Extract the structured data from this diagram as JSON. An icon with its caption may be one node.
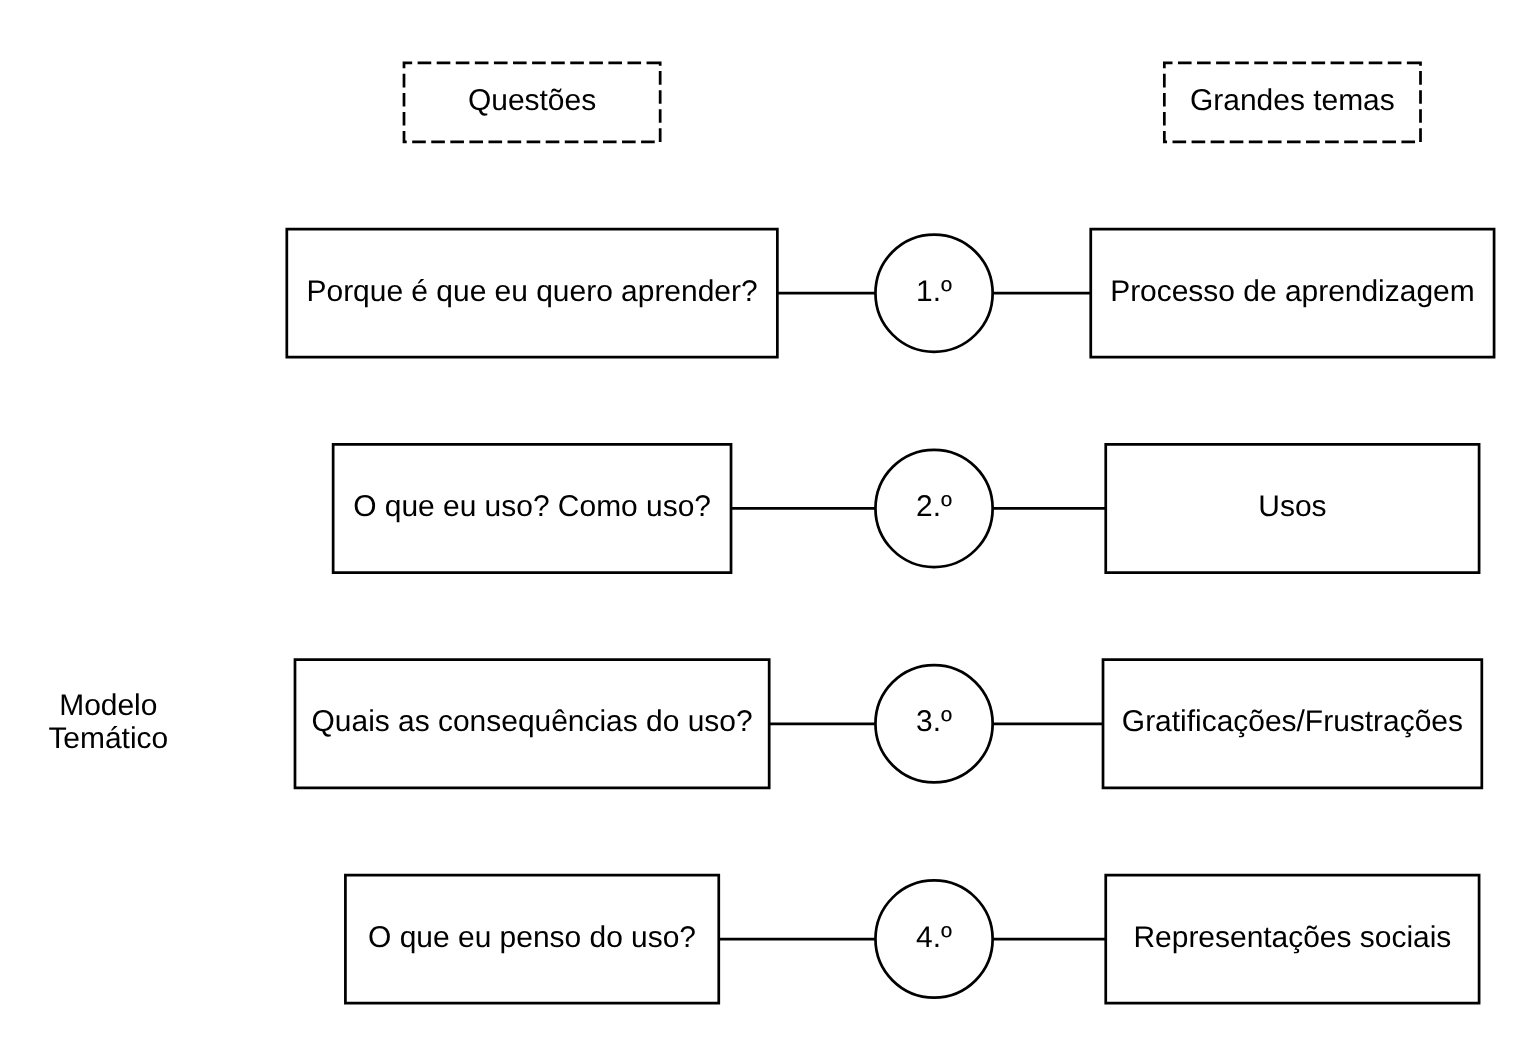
{
  "diagram": {
    "nodes": [
      {
        "text": [
          "Questões"
        ]
      },
      {
        "text": [
          "Grandes temas"
        ]
      },
      {
        "text": [
          "Porque é que eu quero aprender?"
        ]
      },
      {
        "text": [
          "1.º"
        ]
      },
      {
        "text": [
          "Processo de aprendizagem"
        ]
      },
      {
        "text": [
          "O que eu uso? Como uso?"
        ]
      },
      {
        "text": [
          "2.º"
        ]
      },
      {
        "text": [
          "Usos"
        ]
      },
      {
        "text": [
          "Quais as consequências do uso?"
        ]
      },
      {
        "text": [
          "3.º"
        ]
      },
      {
        "text": [
          "Gratificações/Frustrações"
        ]
      },
      {
        "text": [
          "O que eu penso do uso?"
        ]
      },
      {
        "text": [
          "4.º"
        ]
      },
      {
        "text": [
          "Representações sociais"
        ]
      }
    ],
    "edges": [
      {
        "from": 2,
        "to": 3,
        "arrow": "none"
      },
      {
        "from": 3,
        "to": 4,
        "arrow": "none"
      },
      {
        "from": 5,
        "to": 6,
        "arrow": "none"
      },
      {
        "from": 6,
        "to": 7,
        "arrow": "none"
      },
      {
        "from": 8,
        "to": 9,
        "arrow": "none"
      },
      {
        "from": 9,
        "to": 10,
        "arrow": "none"
      },
      {
        "from": 11,
        "to": 12,
        "arrow": "none"
      },
      {
        "from": 12,
        "to": 13,
        "arrow": "none"
      }
    ],
    "labels": [
      "Modelo Temático"
    ]
  }
}
